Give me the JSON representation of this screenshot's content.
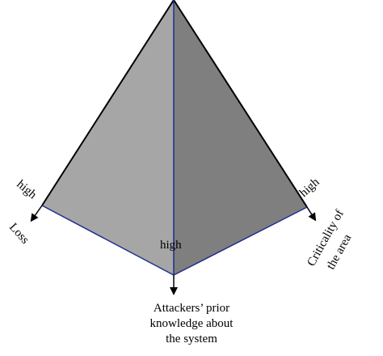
{
  "colors": {
    "left_face": "#a6a6a6",
    "right_face": "#7f7f7f",
    "outer_edge": "#000000",
    "inner_edge": "#1f2f8f",
    "axis": "#000000"
  },
  "axes": {
    "left": {
      "title_lines": [
        "Loss"
      ],
      "level_label": "high"
    },
    "right": {
      "title_lines": [
        "Criticality of",
        "the area"
      ],
      "level_label": "high"
    },
    "bottom": {
      "title_lines": [
        "Attackers’ prior",
        "knowledge about",
        "the system"
      ],
      "level_label": "high"
    }
  }
}
